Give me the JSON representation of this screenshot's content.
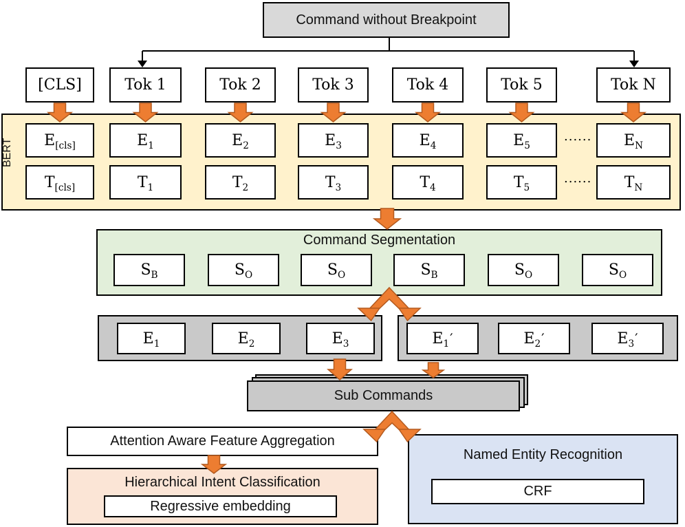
{
  "title": "Command without Breakpoint",
  "tokens": [
    "[CLS]",
    "Tok 1",
    "Tok 2",
    "Tok 3",
    "Tok 4",
    "Tok 5",
    "Tok N"
  ],
  "bert": {
    "label": "BERT",
    "ellipsis": "......",
    "embeddings": [
      {
        "base": "E",
        "sub": "[cls]"
      },
      {
        "base": "E",
        "sub": "1"
      },
      {
        "base": "E",
        "sub": "2"
      },
      {
        "base": "E",
        "sub": "3"
      },
      {
        "base": "E",
        "sub": "4"
      },
      {
        "base": "E",
        "sub": "5"
      },
      {
        "base": "E",
        "sub": "N"
      }
    ],
    "outputs": [
      {
        "base": "T",
        "sub": "[cls]"
      },
      {
        "base": "T",
        "sub": "1"
      },
      {
        "base": "T",
        "sub": "2"
      },
      {
        "base": "T",
        "sub": "3"
      },
      {
        "base": "T",
        "sub": "4"
      },
      {
        "base": "T",
        "sub": "5"
      },
      {
        "base": "T",
        "sub": "N"
      }
    ]
  },
  "segmentation": {
    "title": "Command Segmentation",
    "tags": [
      {
        "base": "S",
        "sub": "B"
      },
      {
        "base": "S",
        "sub": "O"
      },
      {
        "base": "S",
        "sub": "O"
      },
      {
        "base": "S",
        "sub": "B"
      },
      {
        "base": "S",
        "sub": "O"
      },
      {
        "base": "S",
        "sub": "O"
      }
    ]
  },
  "groups": {
    "left": [
      {
        "base": "E",
        "sub": "1"
      },
      {
        "base": "E",
        "sub": "2"
      },
      {
        "base": "E",
        "sub": "3"
      }
    ],
    "right": [
      {
        "base": "E",
        "sub": "1",
        "prime": "′"
      },
      {
        "base": "E",
        "sub": "2",
        "prime": "′"
      },
      {
        "base": "E",
        "sub": "3",
        "prime": "′"
      }
    ]
  },
  "sub_commands": "Sub Commands",
  "aggregation": "Attention Aware Feature Aggregation",
  "intent": {
    "title": "Hierarchical Intent Classification",
    "inner": "Regressive embedding"
  },
  "ner": {
    "title": "Named Entity Recognition",
    "inner": "CRF"
  },
  "colors": {
    "arrow_fill": "#ED7D31",
    "arrow_stroke": "#B35A1F",
    "bert_bg": "#FFF2CC",
    "seg_bg": "#E2EFDA",
    "group_bg": "#C9C9C9",
    "title_bg": "#D9D9D9",
    "intent_bg": "#FBE5D6",
    "ner_bg": "#DAE3F3"
  }
}
